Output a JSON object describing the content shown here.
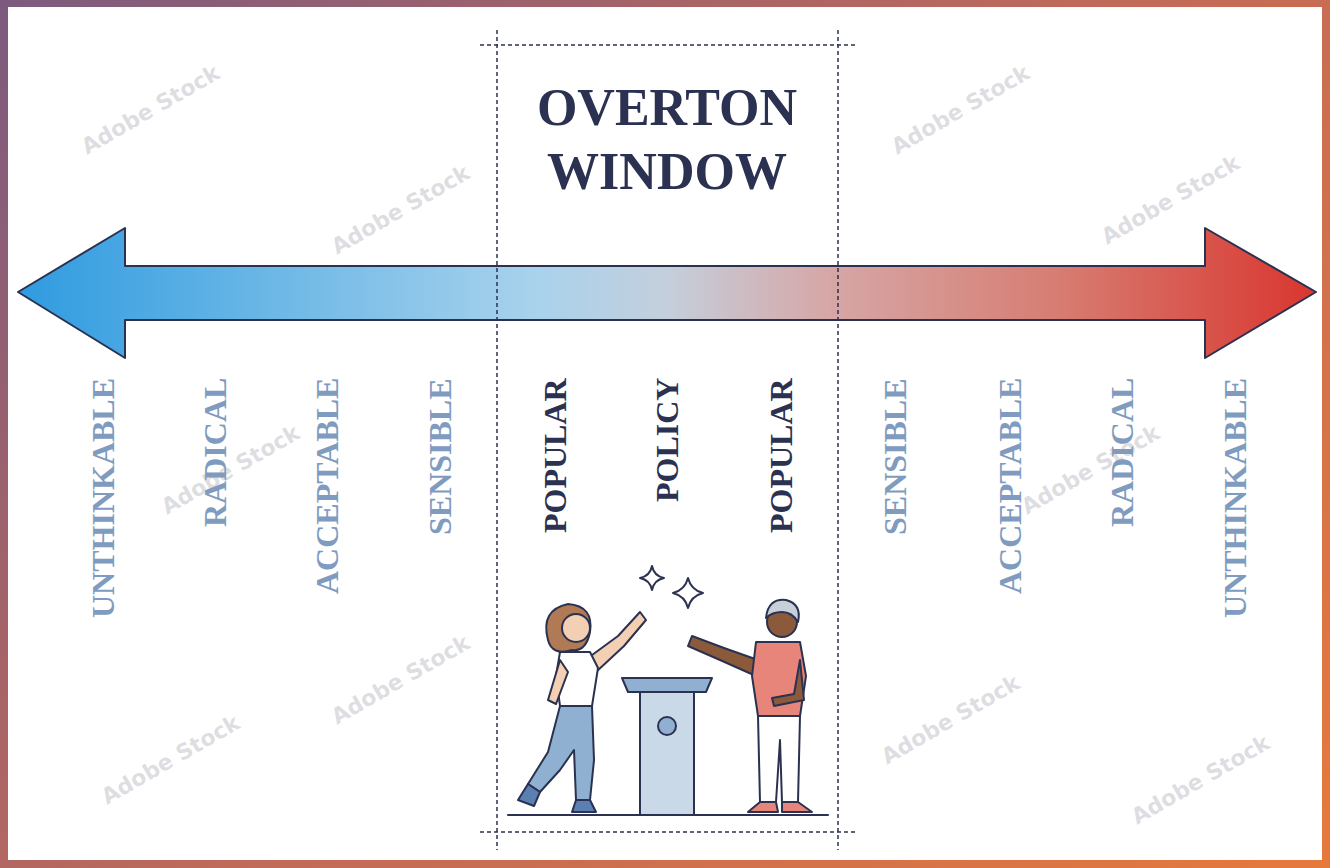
{
  "diagram": {
    "title": "OVERTON WINDOW",
    "labels": [
      "UNTHINKABLE",
      "RADICAL",
      "ACCEPTABLE",
      "SENSIBLE",
      "POPULAR",
      "POLICY",
      "POPULAR",
      "SENSIBLE",
      "ACCEPTABLE",
      "RADICAL",
      "UNTHINKABLE",
      "Adobe Stock",
      "Adobe Stock",
      "Adobe Stock",
      "Adobe Stock",
      "Adobe Stock",
      "Adobe Stock",
      "Adobe Stock",
      "Adobe Stock",
      "Adobe Stock",
      "Adobe Stock"
    ]
  }
}
